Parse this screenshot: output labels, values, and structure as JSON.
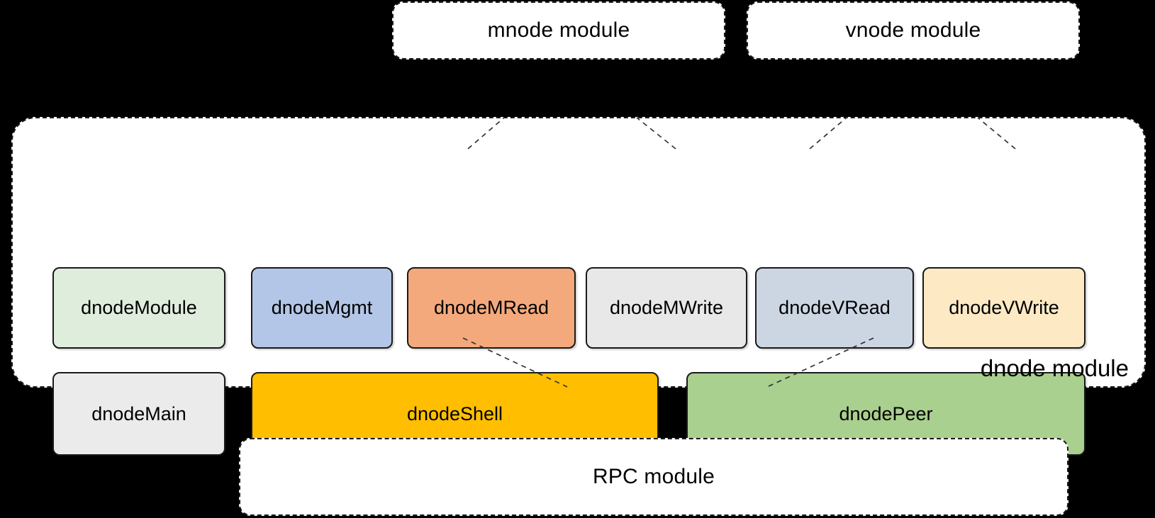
{
  "diagram": {
    "title": "dnode module architecture",
    "background_color": "#000000"
  },
  "top_modules": [
    {
      "id": "mnode-module",
      "label": "mnode module",
      "style": "dashed",
      "fill": "#ffffff"
    },
    {
      "id": "vnode-module",
      "label": "vnode module",
      "style": "dashed",
      "fill": "#ffffff"
    }
  ],
  "dnode_container": {
    "label": "dnode module",
    "style": "dashed",
    "fill": "#ffffff"
  },
  "dnode_components": {
    "row_top": [
      {
        "id": "dnodeModule",
        "label": "dnodeModule",
        "fill": "#dfeddd",
        "border": "#1a1a1a"
      },
      {
        "id": "dnodeMgmt",
        "label": "dnodeMgmt",
        "fill": "#b3c6e7",
        "border": "#1a1a1a"
      },
      {
        "id": "dnodeMRead",
        "label": "dnodeMRead",
        "fill": "#f4a97c",
        "border": "#1a1a1a"
      },
      {
        "id": "dnodeMWrite",
        "label": "dnodeMWrite",
        "fill": "#e8e8e8",
        "border": "#1a1a1a"
      },
      {
        "id": "dnodeVRead",
        "label": "dnodeVRead",
        "fill": "#ccd6e3",
        "border": "#1a1a1a"
      },
      {
        "id": "dnodeVWrite",
        "label": "dnodeVWrite",
        "fill": "#fdeac4",
        "border": "#1a1a1a"
      }
    ],
    "row_bottom": [
      {
        "id": "dnodeMain",
        "label": "dnodeMain",
        "fill": "#ebebeb",
        "border": "#1a1a1a"
      },
      {
        "id": "dnodeShell",
        "label": "dnodeShell",
        "fill": "#ffbf00",
        "border": "#1a1a1a"
      },
      {
        "id": "dnodePeer",
        "label": "dnodePeer",
        "fill": "#a9d08e",
        "border": "#1a1a1a"
      }
    ]
  },
  "bottom_modules": [
    {
      "id": "rpc-module",
      "label": "RPC module",
      "style": "dashed",
      "fill": "#ffffff"
    }
  ],
  "connectors": {
    "style": "dashed",
    "color": "#333333",
    "links": [
      {
        "from": "dnodeMRead",
        "to": "mnode module"
      },
      {
        "from": "dnodeMWrite",
        "to": "mnode module"
      },
      {
        "from": "dnodeVRead",
        "to": "vnode module"
      },
      {
        "from": "dnodeVWrite",
        "to": "vnode module"
      },
      {
        "from": "dnodeShell",
        "to": "RPC module"
      },
      {
        "from": "dnodePeer",
        "to": "RPC module"
      }
    ]
  }
}
